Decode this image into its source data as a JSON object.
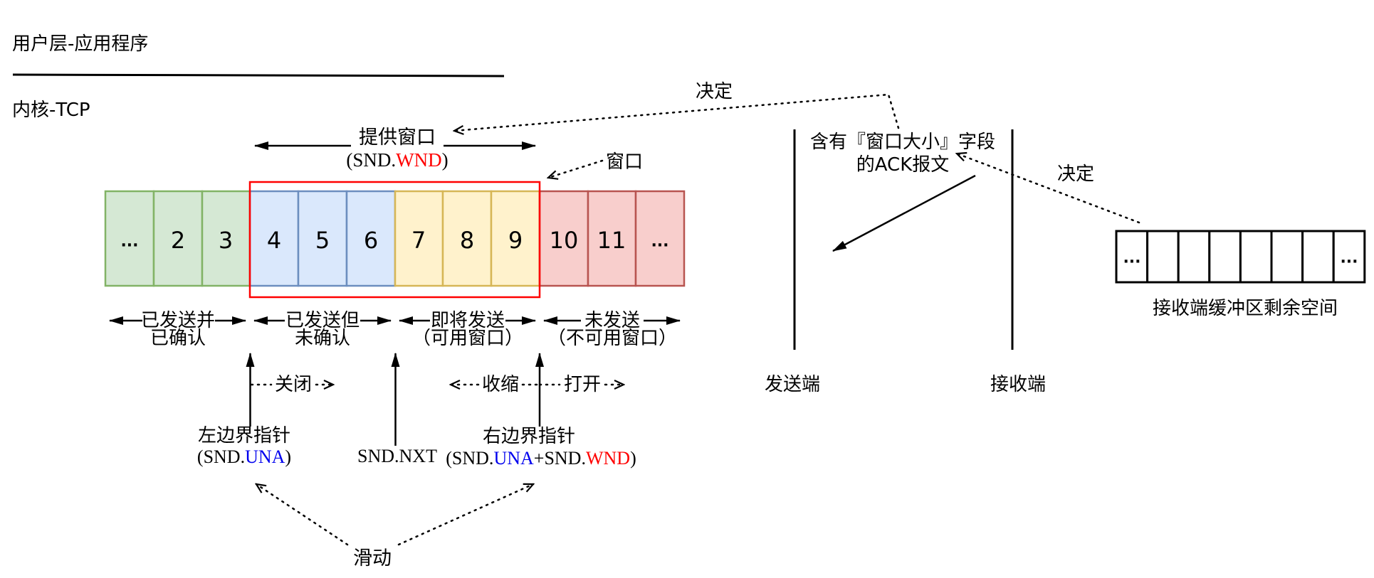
{
  "colors": {
    "red": "#ff0000",
    "blue": "#0000ee",
    "black": "#000000",
    "green_fill": "#d5e8d4",
    "green_border": "#82b366",
    "blue_fill": "#dae8fc",
    "blue_border": "#6c8ebf",
    "yellow_fill": "#fff2cc",
    "yellow_border": "#d6b656",
    "pink_fill": "#f8cecc",
    "pink_border": "#b85450",
    "white": "#ffffff"
  },
  "layers": {
    "user_layer": "用户层-应用程序",
    "kernel_layer": "内核-TCP"
  },
  "offered_window": {
    "label": "提供窗口",
    "f_open": "(SND.",
    "f_wnd": "WND",
    "f_close": ")"
  },
  "window_label": "窗口",
  "decide_left": "决定",
  "decide_right": "决定",
  "sender_cells": {
    "green": [
      "...",
      "2",
      "3"
    ],
    "blue": [
      "4",
      "5",
      "6"
    ],
    "yellow": [
      "7",
      "8",
      "9"
    ],
    "pink": [
      "10",
      "11",
      "..."
    ]
  },
  "segments": [
    {
      "line1": "已发送并",
      "line2": "已确认"
    },
    {
      "line1": "已发送但",
      "line2": "未确认"
    },
    {
      "line1": "即将发送",
      "line2": "（可用窗口）"
    },
    {
      "line1": "未发送",
      "line2": "（不可用窗口）"
    }
  ],
  "window_ops": {
    "close": "关闭",
    "shrink": "收缩",
    "open": "打开"
  },
  "pointers": {
    "left": {
      "title": "左边界指针",
      "f_open": "(SND.",
      "f_una": "UNA",
      "f_close": ")"
    },
    "next": {
      "label": "SND.NXT"
    },
    "right": {
      "title": "右边界指针",
      "f_open": "(SND.",
      "f_una": "UNA",
      "f_plus": "+SND.",
      "f_wnd": "WND",
      "f_close": ")"
    }
  },
  "slide_label": "滑动",
  "ack": {
    "line1": "含有『窗口大小』字段",
    "line2": "的ACK报文"
  },
  "endpoints": {
    "sender": "发送端",
    "receiver": "接收端"
  },
  "receiver_buffer": {
    "first": "...",
    "last": "...",
    "caption": "接收端缓冲区剩余空间"
  }
}
